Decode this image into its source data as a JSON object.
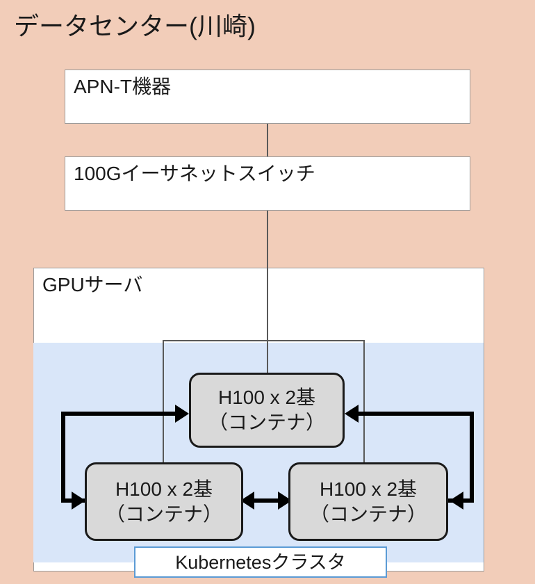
{
  "diagram": {
    "title": "データセンター(川崎)",
    "background_color": "#f2cdb9",
    "nodes": {
      "apn_t": "APN-T機器",
      "switch": "100Gイーサネットスイッチ",
      "gpu_server": "GPUサーバ",
      "k8s_cluster_label": "Kubernetesクラスタ"
    },
    "containers": [
      {
        "line1": "H100 x 2基",
        "line2": "（コンテナ）"
      },
      {
        "line1": "H100 x 2基",
        "line2": "（コンテナ）"
      },
      {
        "line1": "H100 x 2基",
        "line2": "（コンテナ）"
      }
    ],
    "colors": {
      "panel": "#f2cdb9",
      "box_fill": "#ffffff",
      "box_border": "#9a9a9a",
      "cluster_band": "#d9e6f9",
      "cluster_border": "#5b9bd5",
      "container_fill": "#d9d9d9",
      "container_border": "#1a1a1a",
      "link_line": "#595959",
      "arrow": "#000000"
    }
  }
}
